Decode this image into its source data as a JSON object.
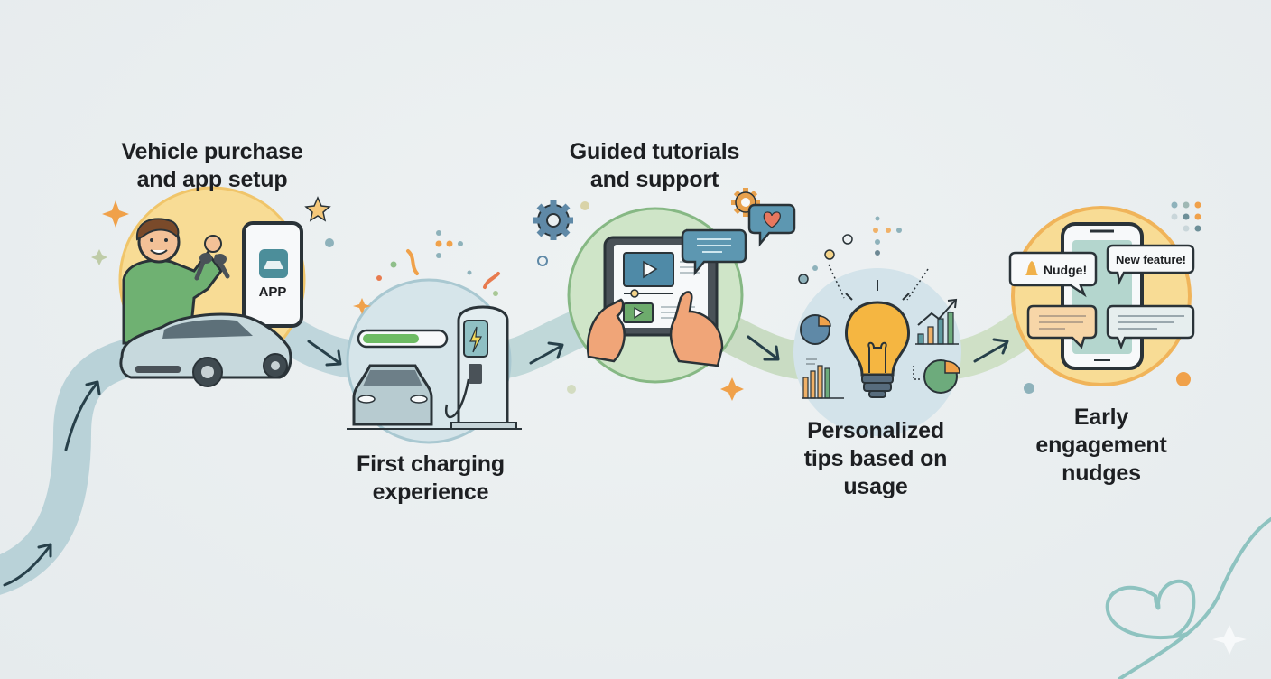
{
  "diagram": {
    "type": "customer-journey",
    "colors": {
      "background": "#e9eef0",
      "path_blue": "#b9d2d8",
      "path_green": "#c9dcc3",
      "arrow": "#27404a",
      "accent_orange": "#f0a14a",
      "accent_yellow": "#f8dc95",
      "accent_green": "#8fbf8a",
      "teal_line": "#8ec3c0"
    },
    "steps": [
      {
        "id": 1,
        "title_line1": "Vehicle purchase",
        "title_line2": "and app setup",
        "title_line3": "",
        "icon": "person-with-keys-car-phone-app-icon",
        "phone_label": "APP"
      },
      {
        "id": 2,
        "title_line1": "First charging",
        "title_line2": "experience",
        "title_line3": "",
        "icon": "ev-charging-station-icon"
      },
      {
        "id": 3,
        "title_line1": "Guided tutorials",
        "title_line2": "and support",
        "title_line3": "",
        "icon": "tablet-video-tutorial-icon"
      },
      {
        "id": 4,
        "title_line1": "Personalized",
        "title_line2": "tips based on",
        "title_line3": "usage",
        "icon": "lightbulb-analytics-icon"
      },
      {
        "id": 5,
        "title_line1": "Early",
        "title_line2": "engagement",
        "title_line3": "nudges",
        "icon": "phone-notifications-icon",
        "bubble1": "Nudge!",
        "bubble2": "New feature!"
      }
    ]
  }
}
